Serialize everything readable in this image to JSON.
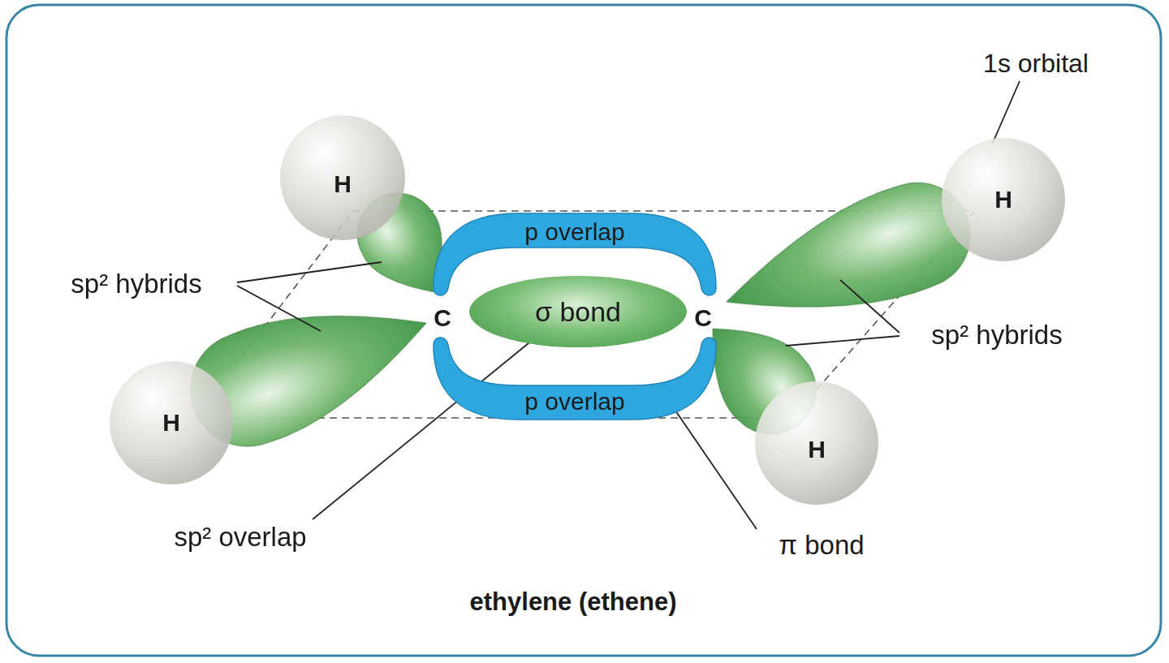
{
  "diagram": {
    "caption": "ethylene (ethene)",
    "nodes": [
      {
        "text": [
          "H"
        ]
      },
      {
        "text": [
          "H"
        ]
      },
      {
        "text": [
          "p overlap"
        ]
      },
      {
        "text": [
          "σ bond"
        ]
      },
      {
        "text": [
          "H"
        ]
      },
      {
        "text": [
          "p overlap"
        ]
      },
      {
        "text": [
          "H"
        ]
      }
    ],
    "labels": [
      "1s orbital",
      "C",
      "C",
      "sp² hybrids",
      "sp² hybrids",
      "sp² overlap",
      "π bond"
    ]
  }
}
